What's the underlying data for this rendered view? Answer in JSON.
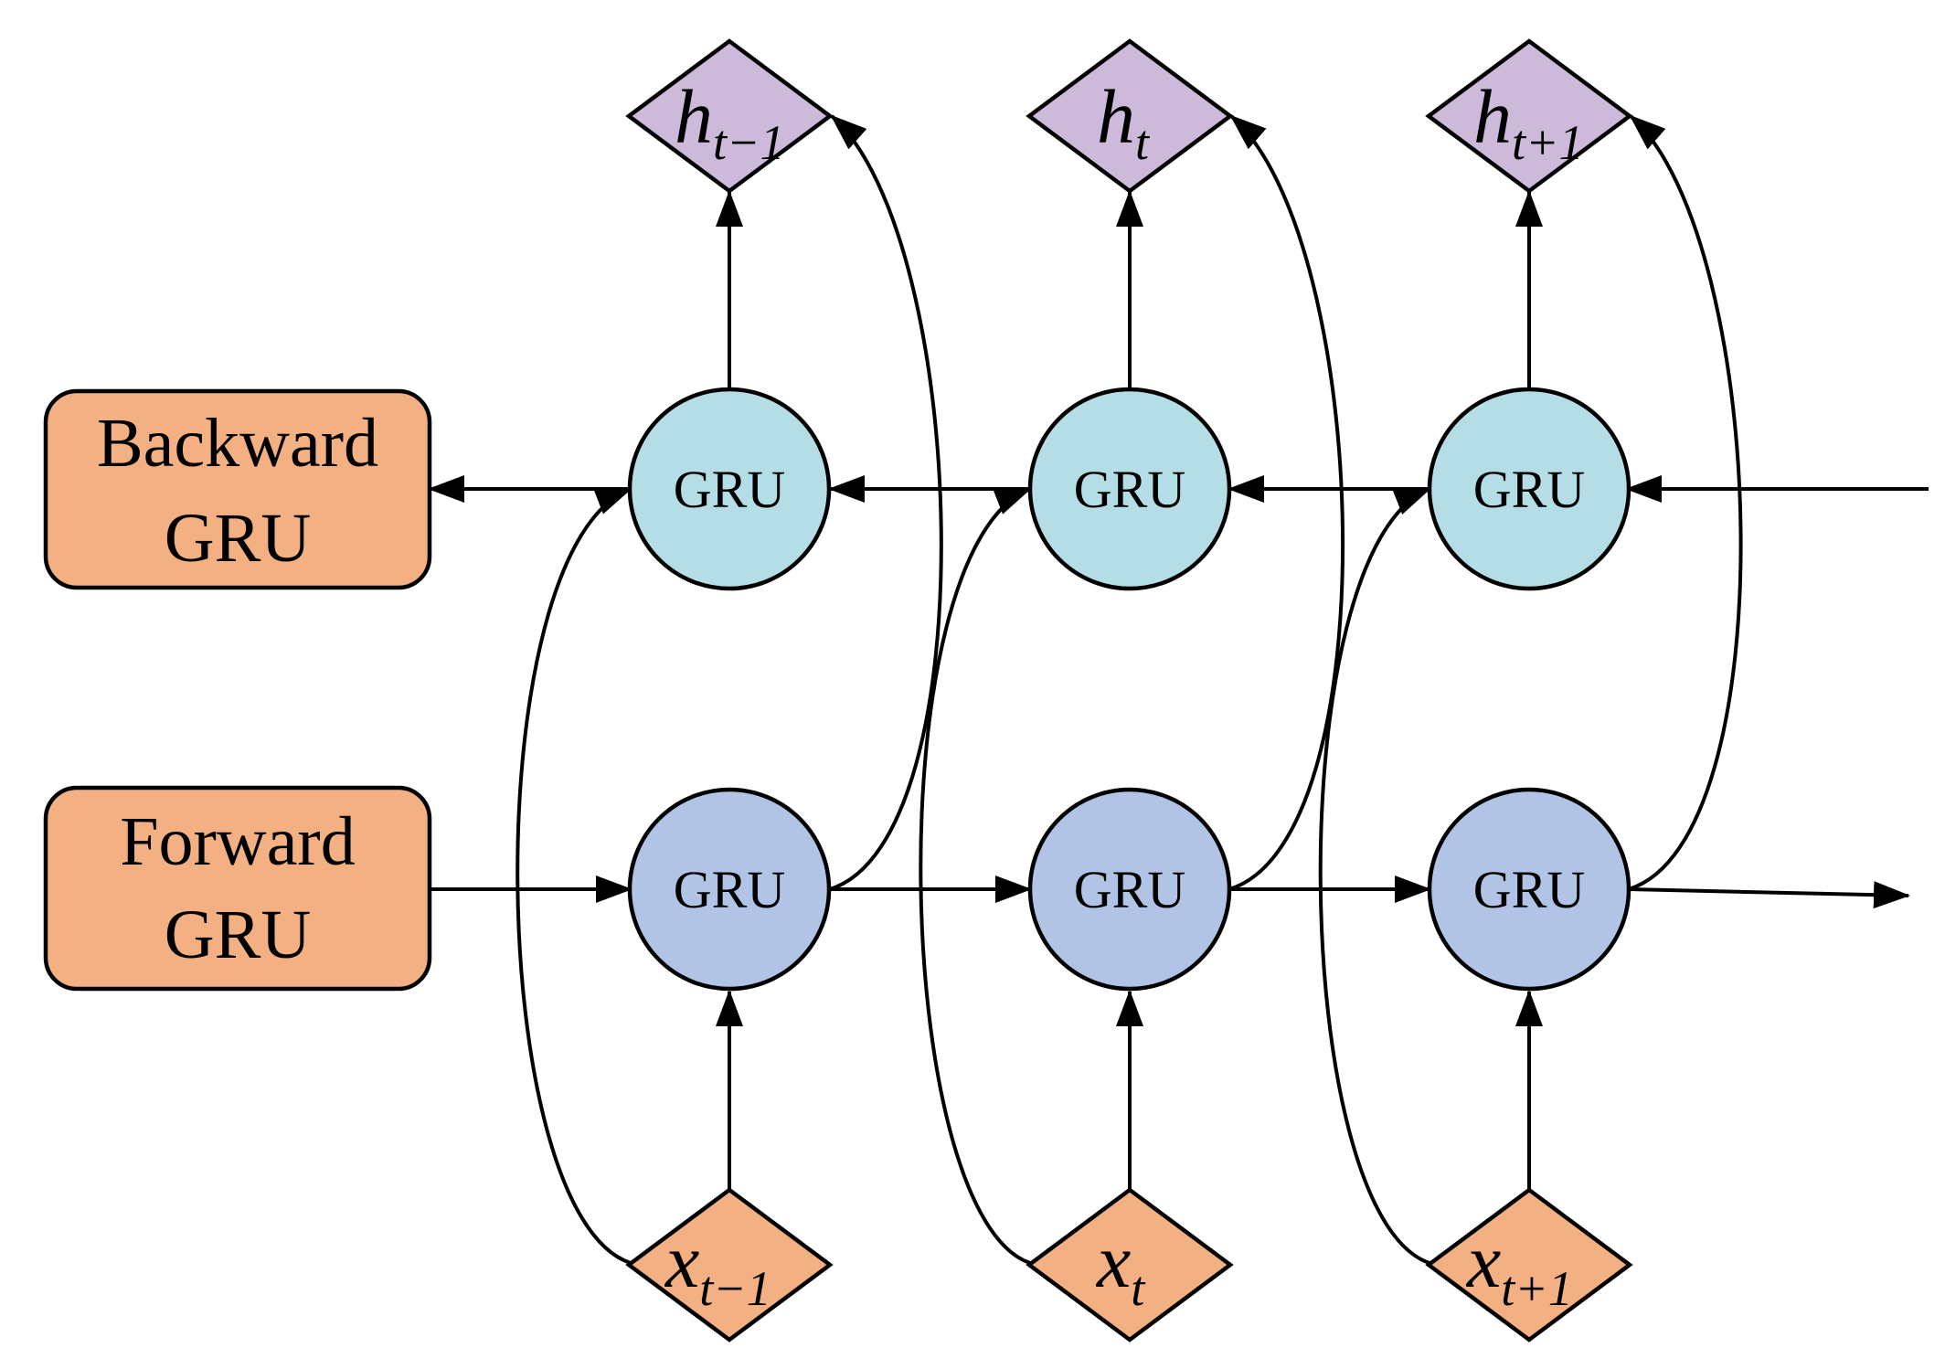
{
  "labels": {
    "backward": {
      "line1": "Backward",
      "line2": "GRU"
    },
    "forward": {
      "line1": "Forward",
      "line2": "GRU"
    }
  },
  "gru_label": "GRU",
  "outputs": [
    {
      "symbol": "h",
      "subscript": "t−1"
    },
    {
      "symbol": "h",
      "subscript": "t"
    },
    {
      "symbol": "h",
      "subscript": "t+1"
    }
  ],
  "inputs": [
    {
      "symbol": "x",
      "subscript": "t−1"
    },
    {
      "symbol": "x",
      "subscript": "t"
    },
    {
      "symbol": "x",
      "subscript": "t+1"
    }
  ],
  "colors": {
    "label_box": "#F3B183",
    "backward_node": "#B5DDE5",
    "forward_node": "#B1C4E6",
    "output_node": "#CDB9D9",
    "input_node": "#F3B183"
  }
}
